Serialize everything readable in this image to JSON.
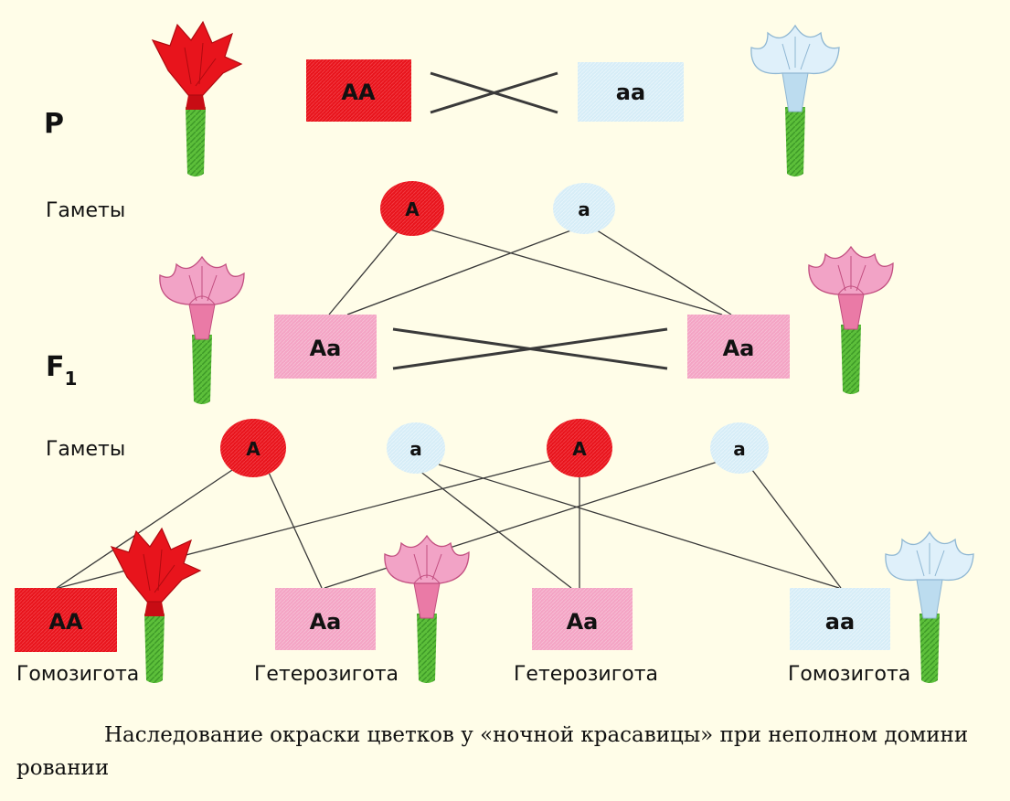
{
  "diagram": {
    "labels": {
      "p": "P",
      "f1_main": "F",
      "f1_sub": "1",
      "gametes_1": "Гаметы",
      "gametes_2": "Гаметы"
    },
    "parents": {
      "left": "AA",
      "right": "aa"
    },
    "gametes_p": {
      "g1": "A",
      "g2": "a"
    },
    "f1": {
      "left": "Aa",
      "right": "Aa"
    },
    "gametes_f1": {
      "g1": "A",
      "g2": "a",
      "g3": "A",
      "g4": "a"
    },
    "f2": [
      {
        "genotype": "AA",
        "label": "Гомозигота"
      },
      {
        "genotype": "Aa",
        "label": "Гетерозигота"
      },
      {
        "genotype": "Aa",
        "label": "Гетерозигота"
      },
      {
        "genotype": "aa",
        "label": "Гомозигота"
      }
    ]
  },
  "colors": {
    "red": "#e8141c",
    "pink": "#f4a3c4",
    "light_blue": "#d4ecf6",
    "stem": "#5cbf3a",
    "line": "#3a3a3a"
  },
  "caption": {
    "line1": "Наследование окраски цветков у «ночной красавицы» при неполном домини",
    "line2": "ровании"
  }
}
